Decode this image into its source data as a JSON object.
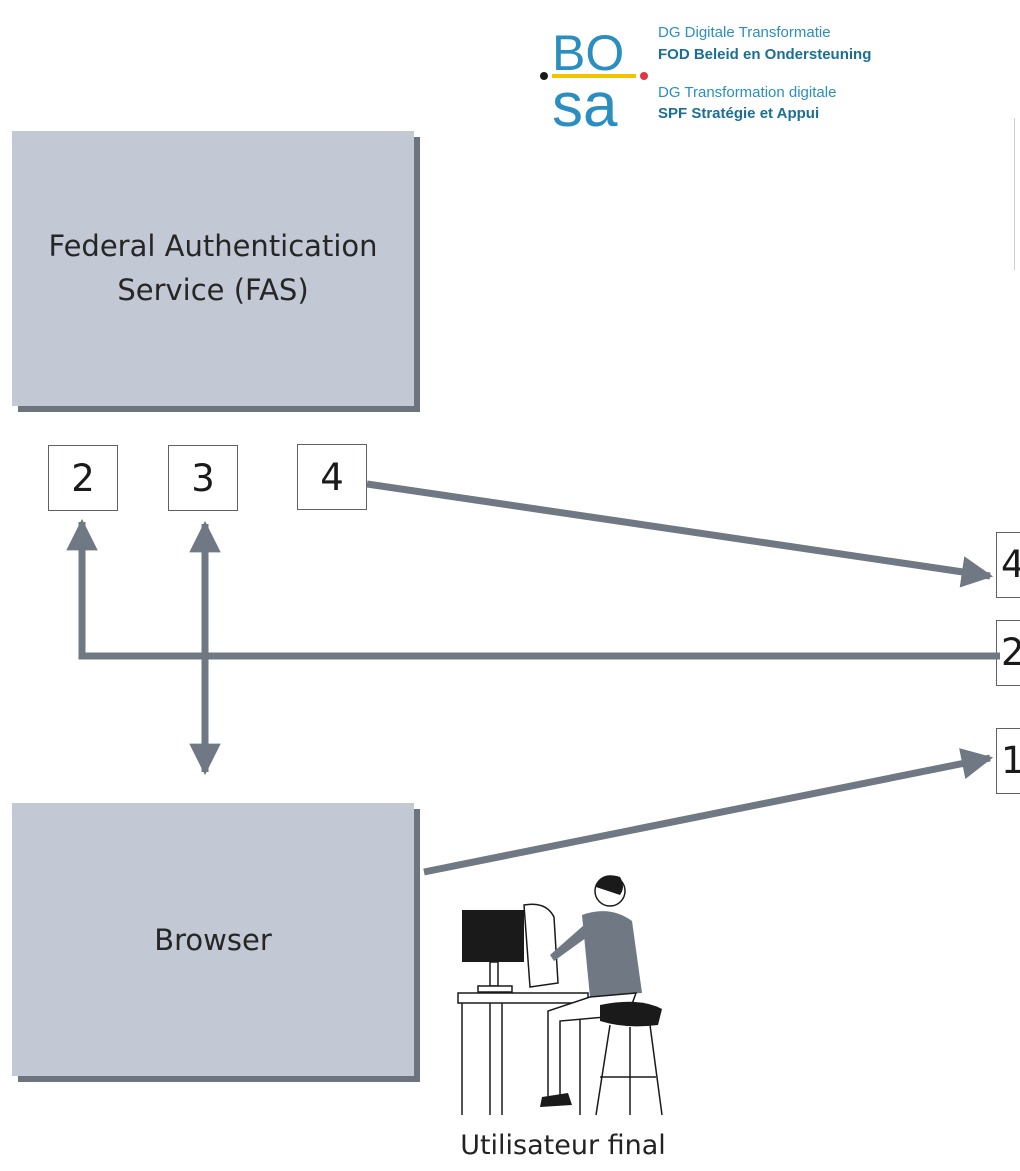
{
  "logo": {
    "mark_top": "BO",
    "mark_bottom": "sa",
    "line1": "DG Digitale Transformatie",
    "line2": "FOD Beleid en Ondersteuning",
    "line3": "DG Transformation digitale",
    "line4": "SPF Stratégie et Appui",
    "colors": {
      "teal": "#2a8fc0",
      "dark_teal": "#1b6f96",
      "yellow": "#f2c400",
      "red": "#e0383e"
    }
  },
  "nodes": {
    "fas_line1": "Federal Authentication",
    "fas_line2": "Service (FAS)",
    "browser": "Browser",
    "user": "Utilisateur final"
  },
  "steps": {
    "s2": "2",
    "s3": "3",
    "s4": "4",
    "right_top": "4",
    "right_mid": "2",
    "right_bottom": "1"
  },
  "colors": {
    "box_fill": "#c3c9d4",
    "box_shadow": "#6e747d",
    "arrow": "#6f7883"
  }
}
